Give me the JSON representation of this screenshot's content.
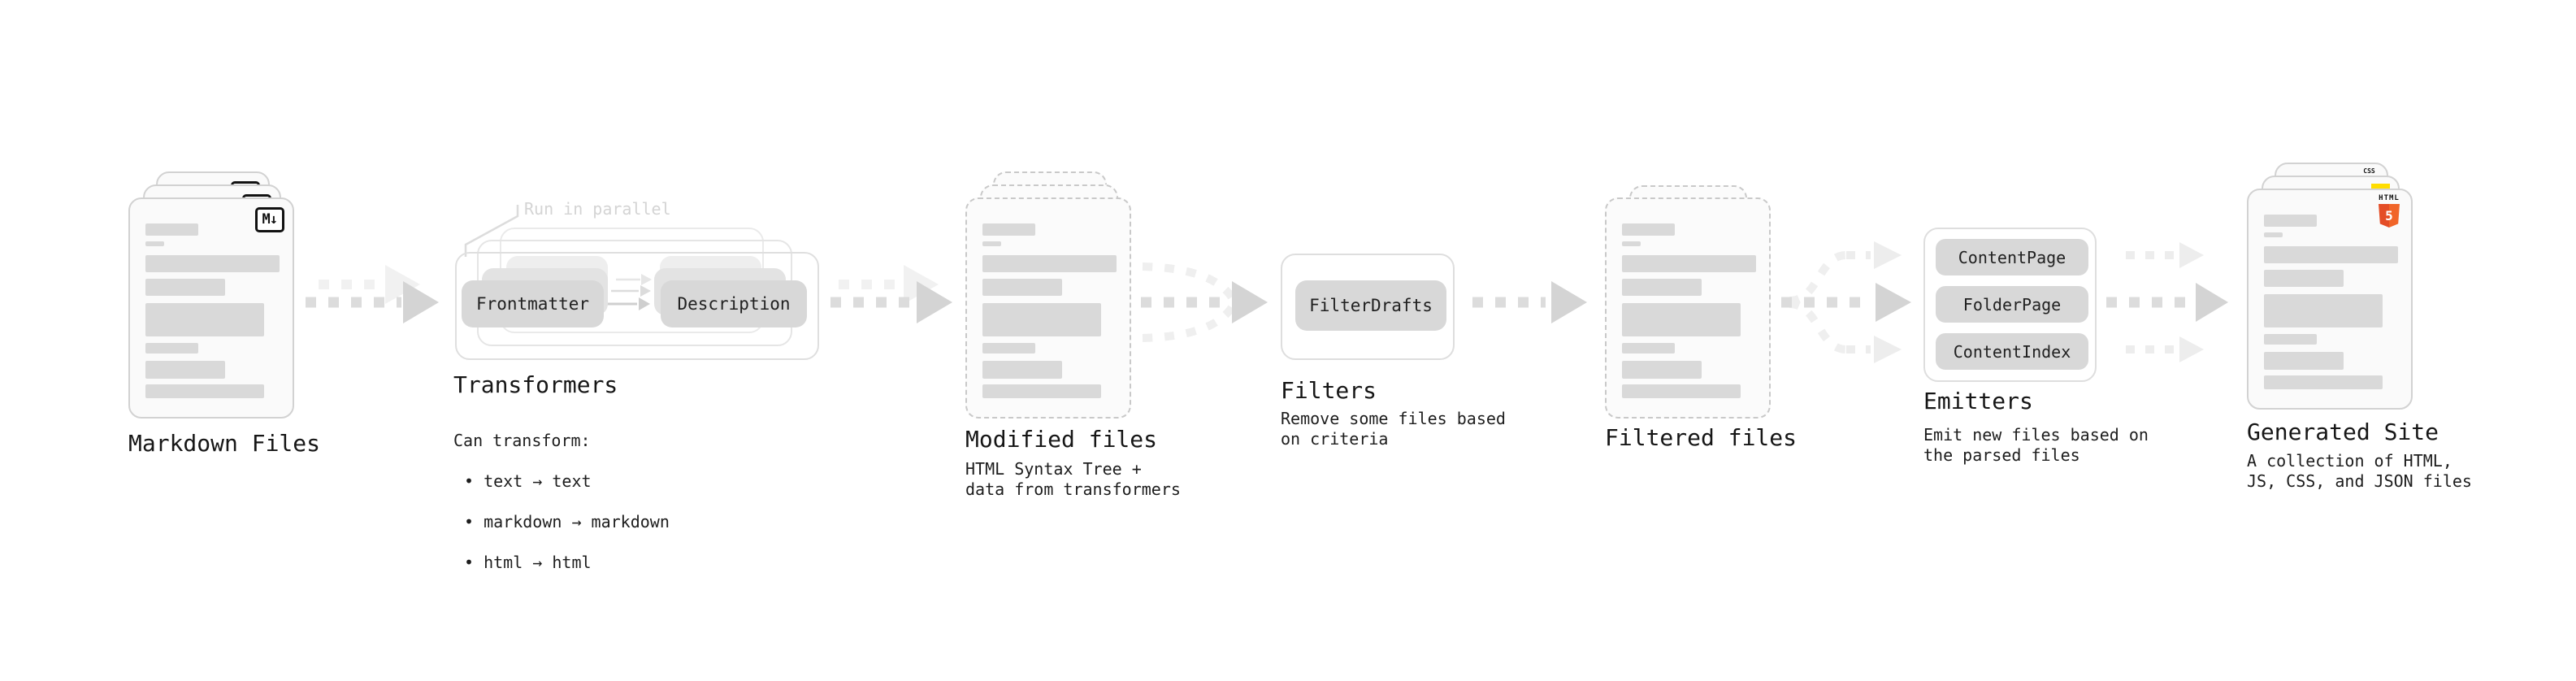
{
  "stages": {
    "markdown": {
      "label": "Markdown Files",
      "badge": "M↓"
    },
    "transformers": {
      "title": "Transformers",
      "note": "Run in parallel",
      "pill_left": "Frontmatter",
      "pill_right": "Description",
      "desc_heading": "Can transform:",
      "bullets": [
        "• text → text",
        "• markdown → markdown",
        "• html → html"
      ]
    },
    "modified": {
      "label": "Modified files",
      "description": "HTML Syntax Tree +\ndata from transformers"
    },
    "filters": {
      "title": "Filters",
      "pill": "FilterDrafts",
      "description": "Remove some files based\non criteria"
    },
    "filtered": {
      "label": "Filtered files"
    },
    "emitters": {
      "title": "Emitters",
      "pills": [
        "ContentPage",
        "FolderPage",
        "ContentIndex"
      ],
      "description": "Emit new files based on\nthe parsed files"
    },
    "generated": {
      "label": "Generated Site",
      "description": "A collection of HTML,\nJS, CSS, and JSON files",
      "html5_word": "HTML",
      "html5_number": "5",
      "css_word": "CSS"
    }
  },
  "colors": {
    "doc_border": "#d2d2d2",
    "dashed_border": "#c9c9c9",
    "placeholder_bar": "#d9d9d9",
    "pill_bg": "#d8d8d8",
    "arrow_gray": "#dcdcdc",
    "arrow_head": "#d4d4d4",
    "note_gray": "#d4d4d4",
    "html5_orange": "#e44d26",
    "js_yellow": "#ffdd00",
    "css_blue": "#3b82f6"
  }
}
